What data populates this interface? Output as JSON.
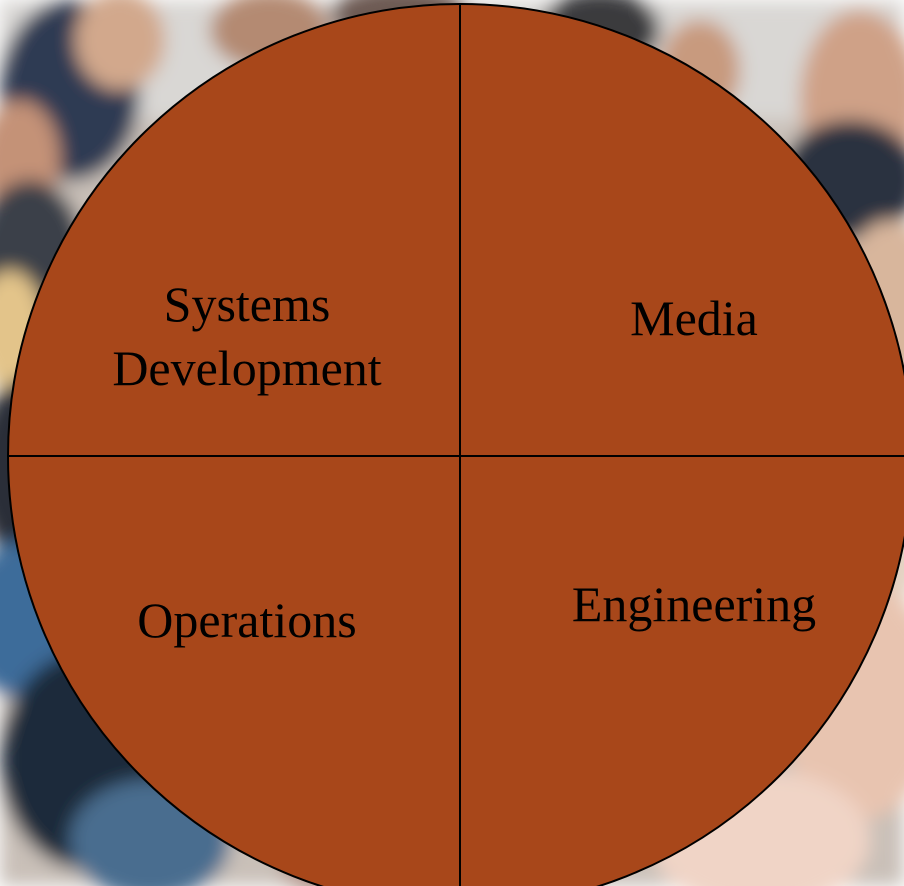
{
  "diagram": {
    "quadrants": [
      {
        "id": "top-left",
        "lines": [
          "Systems",
          "Development"
        ]
      },
      {
        "id": "top-right",
        "lines": [
          "Media"
        ]
      },
      {
        "id": "bottom-left",
        "lines": [
          "Operations"
        ]
      },
      {
        "id": "bottom-right",
        "lines": [
          "Engineering"
        ]
      }
    ],
    "colors": {
      "circle_fill": "#A8471A",
      "circle_stroke": "#000000",
      "divider": "#000000",
      "text": "#000000"
    }
  }
}
